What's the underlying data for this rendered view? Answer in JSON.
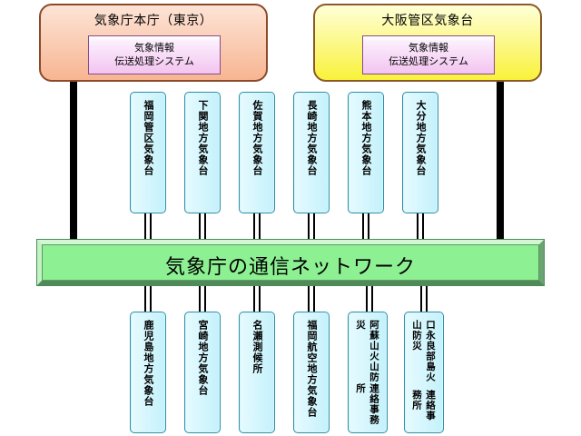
{
  "headquarters": [
    {
      "title": "気象庁本庁（東京）",
      "system_lines": [
        "気象情報",
        "伝送処理システム"
      ]
    },
    {
      "title": "大阪管区気象台",
      "system_lines": [
        "気象情報",
        "伝送処理システム"
      ]
    }
  ],
  "network": {
    "label": "気象庁の通信ネットワーク"
  },
  "top_offices": [
    {
      "label": "福岡管区気象台"
    },
    {
      "label": "下関地方気象台"
    },
    {
      "label": "佐賀地方気象台"
    },
    {
      "label": "長崎地方気象台"
    },
    {
      "label": "熊本地方気象台"
    },
    {
      "label": "大分地方気象台"
    }
  ],
  "bottom_offices": [
    {
      "lines": [
        "鹿児島地方気象台"
      ]
    },
    {
      "lines": [
        "宮崎地方気象台"
      ]
    },
    {
      "lines": [
        "名瀬測候所"
      ]
    },
    {
      "lines": [
        "福岡航空地方気象台"
      ]
    },
    {
      "lines": [
        "阿蘇山火山防災",
        "連絡事務所"
      ]
    },
    {
      "lines": [
        "口永良部島火山防災",
        "連絡事務所"
      ]
    }
  ],
  "colors": {
    "tokyo_box": "#f7b592",
    "osaka_box": "#f9f23a",
    "system_box": "#f3c4f0",
    "office_box": "#c4f1fb",
    "network_bar": "#8df193"
  }
}
